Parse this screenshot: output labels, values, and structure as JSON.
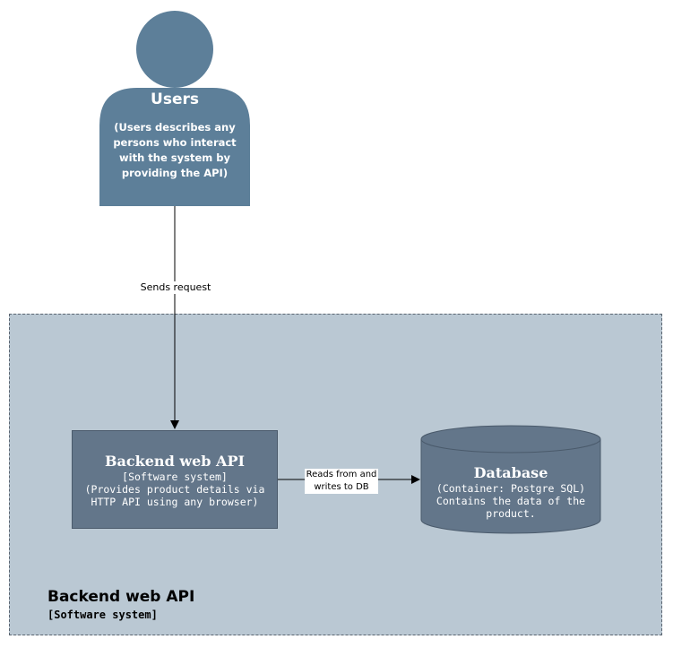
{
  "user": {
    "title": "Users",
    "description": "(Users describes any persons who interact with the system by providing the API)"
  },
  "boundary": {
    "title": "Backend web API",
    "subtitle": "[Software system]"
  },
  "api": {
    "title": "Backend web API",
    "type": "[Software system]",
    "description": "(Provides product details via HTTP API using any browser)"
  },
  "database": {
    "title": "Database",
    "type": "(Container: Postgre SQL)",
    "description": "Contains the data of the product."
  },
  "edges": {
    "user_to_api": "Sends request",
    "api_to_db": "Reads from and writes to DB"
  },
  "colors": {
    "person_fill": "#5d7f99",
    "boundary_fill": "#bac8d3",
    "container_fill": "#63768a",
    "text_on_dark": "#ffffff"
  }
}
